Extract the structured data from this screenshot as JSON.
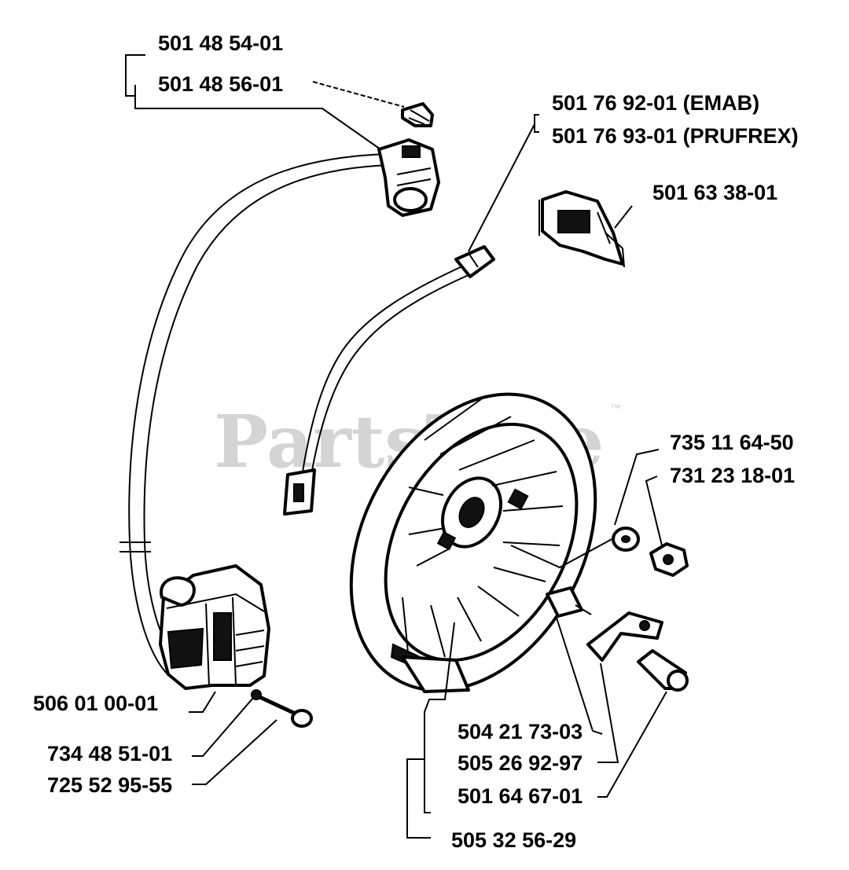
{
  "diagram": {
    "watermark": "PartsTree",
    "watermark_tm": "™",
    "parts": [
      {
        "id": "p1",
        "number": "501 48 54-01"
      },
      {
        "id": "p2",
        "number": "501 48 56-01"
      },
      {
        "id": "p3",
        "number": "501 76 92-01 (EMAB)"
      },
      {
        "id": "p4",
        "number": "501 76 93-01 (PRUFREX)"
      },
      {
        "id": "p5",
        "number": "501 63 38-01"
      },
      {
        "id": "p6",
        "number": "735 11 64-50"
      },
      {
        "id": "p7",
        "number": "731 23 18-01"
      },
      {
        "id": "p8",
        "number": "506 01 00-01"
      },
      {
        "id": "p9",
        "number": "734 48 51-01"
      },
      {
        "id": "p10",
        "number": "725 52 95-55"
      },
      {
        "id": "p11",
        "number": "504 21 73-03"
      },
      {
        "id": "p12",
        "number": "505 26 92-97"
      },
      {
        "id": "p13",
        "number": "501 64 67-01"
      },
      {
        "id": "p14",
        "number": "505 32 56-29"
      }
    ]
  }
}
